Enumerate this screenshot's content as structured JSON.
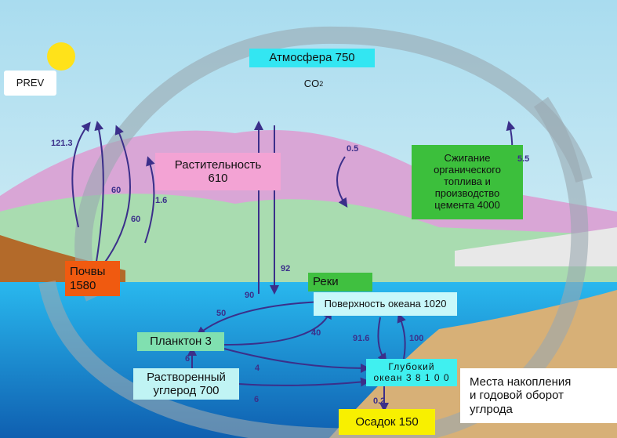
{
  "nav": {
    "prev_label": "PREV"
  },
  "atmosphere": {
    "label": "Атмосфера 750",
    "gas": "CO",
    "gas_sub": "2"
  },
  "vegetation": {
    "line1": "Растительность",
    "line2": "610"
  },
  "soils": {
    "line1": "Почвы",
    "line2": "1580"
  },
  "fossil": {
    "lines": [
      "Сжигание",
      "органического",
      "топлива и",
      "производство",
      "цемента 4000"
    ]
  },
  "rivers": {
    "label": "Реки"
  },
  "ocean_surface": {
    "label": "Поверхность океана 1020"
  },
  "plankton": {
    "label": "Планктон 3"
  },
  "dissolved": {
    "line1": "Растворенный",
    "line2": "углерод 700"
  },
  "deep_ocean": {
    "line1": "Глубокий",
    "line2": "океан 3 8 1 0 0"
  },
  "sediment": {
    "label": "Осадок 150"
  },
  "legend": {
    "line1": "Места накопления",
    "line2": "и годовой оборот",
    "line3": "углрода"
  },
  "flows": [
    "121.3",
    "60",
    "60",
    "1.6",
    "0.5",
    "5.5",
    "90",
    "92",
    "50",
    "40",
    "91.6",
    "100",
    "6",
    "4",
    "6",
    "0.2"
  ],
  "colors": {
    "sky": "#bfe6f2",
    "ocean": "#1aa8e0",
    "deep": "#1570c0",
    "arrow": "#3b2f8a"
  }
}
